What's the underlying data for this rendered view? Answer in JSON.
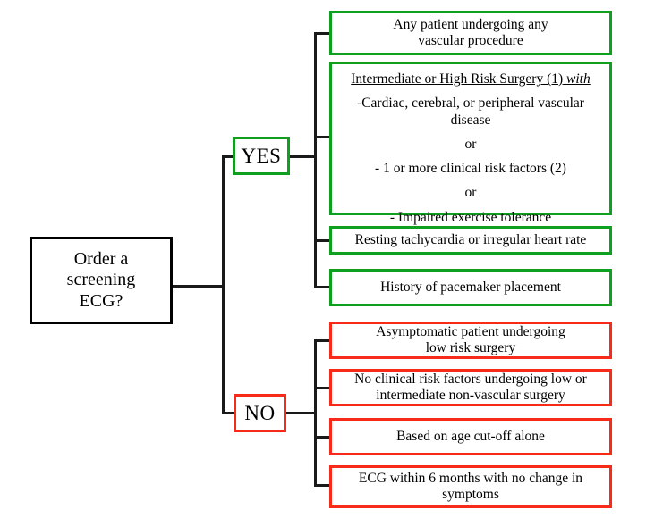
{
  "diagram": {
    "title": "Order a screening ECG?",
    "root": {
      "label": "Order a\nscreening\nECG?",
      "line1": "Order a",
      "line2": "screening",
      "line3": "ECG?"
    },
    "branches": [
      {
        "decision": "YES",
        "color": "#0FA01F",
        "outcomes": [
          {
            "id": "any-vascular-procedure",
            "line1": "Any patient undergoing any",
            "line2": "vascular procedure"
          },
          {
            "id": "intermediate-high-risk-surgery",
            "heading_main": "Intermediate or High Risk Surgery (1)",
            "heading_italic": "with",
            "item1_line1": "-Cardiac, cerebral, or peripheral vascular",
            "item1_line2": "disease",
            "conj1": "or",
            "item2": "- 1 or more clinical risk factors (2)",
            "conj2": "or",
            "item3": "- Impaired exercise tolerance"
          },
          {
            "id": "resting-tachycardia",
            "line1": "Resting tachycardia or irregular heart rate"
          },
          {
            "id": "pacemaker-history",
            "line1": "History of pacemaker placement"
          }
        ]
      },
      {
        "decision": "NO",
        "color": "#F82A1A",
        "outcomes": [
          {
            "id": "asymptomatic-low-risk",
            "line1": "Asymptomatic patient undergoing",
            "line2": "low risk surgery"
          },
          {
            "id": "no-risk-factors-non-vascular",
            "line1": "No clinical risk factors undergoing low or",
            "line2": "intermediate non-vascular surgery"
          },
          {
            "id": "age-cutoff",
            "line1": "Based on age cut-off alone"
          },
          {
            "id": "recent-ecg",
            "line1": "ECG within 6 months with no change in",
            "line2": "symptoms"
          }
        ]
      }
    ]
  }
}
